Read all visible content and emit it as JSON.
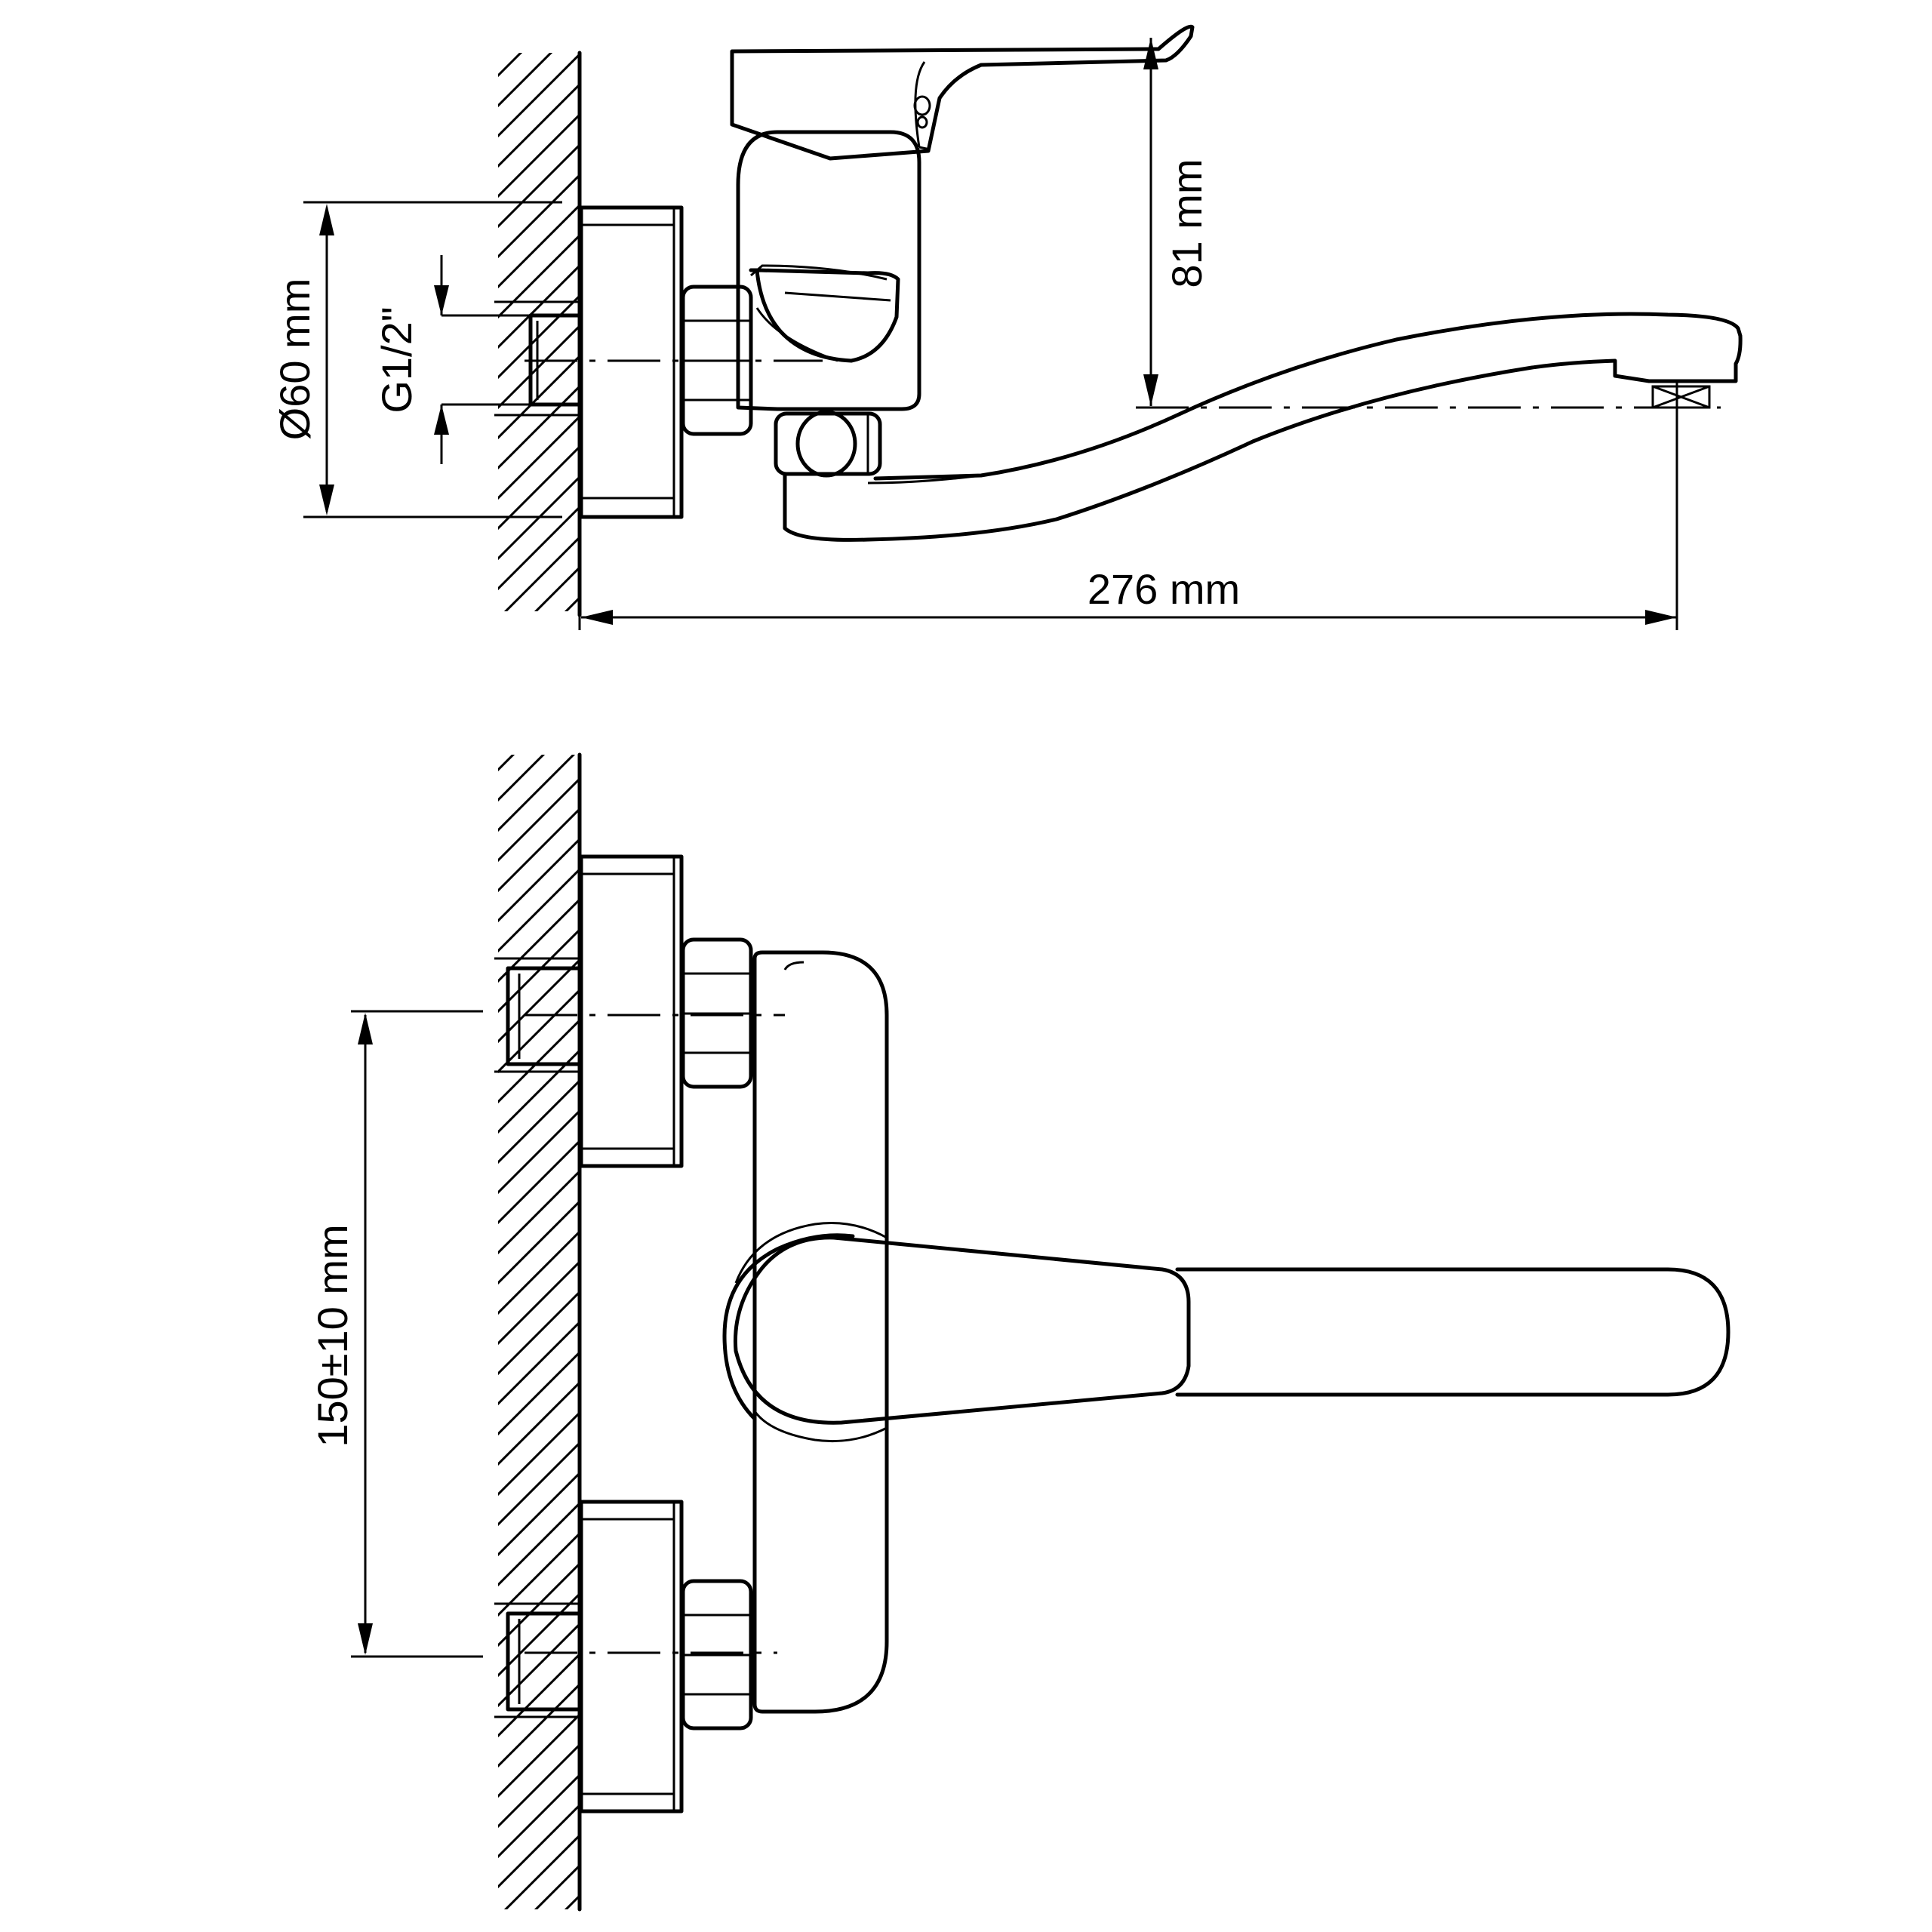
{
  "dimensions": {
    "spout_height": "81 mm",
    "spout_reach": "276 mm",
    "flange_diameter": "Ø60 mm",
    "thread_size": "G1/2\"",
    "inlet_spacing": "150±10 mm"
  },
  "colors": {
    "line": "#000000",
    "background": "#ffffff"
  }
}
